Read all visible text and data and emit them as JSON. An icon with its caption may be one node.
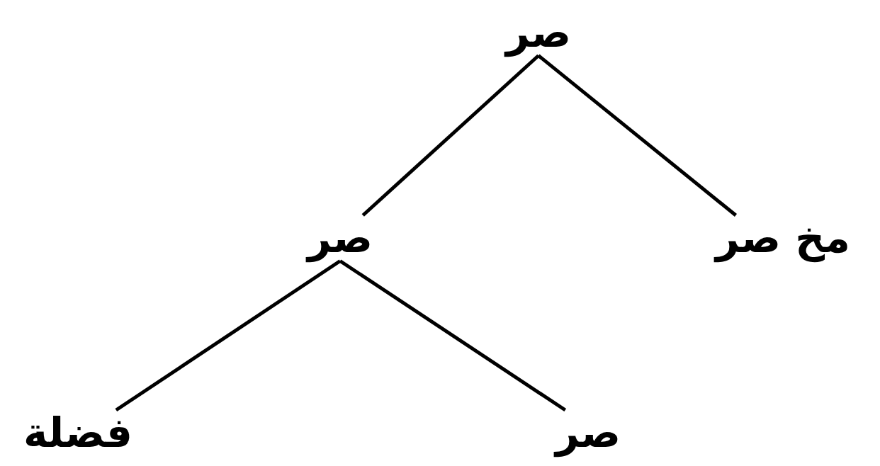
{
  "diagram": {
    "nodes": [
      {
        "text": [
          "صر"
        ]
      },
      {
        "text": [
          "صر"
        ]
      },
      {
        "text": [
          "مخ صر"
        ]
      },
      {
        "text": [
          "فضلة"
        ]
      },
      {
        "text": [
          "صر"
        ]
      }
    ],
    "edges": [
      {
        "from": 0,
        "to": 1,
        "arrow": "none"
      },
      {
        "from": 0,
        "to": 2,
        "arrow": "none"
      },
      {
        "from": 1,
        "to": 3,
        "arrow": "none"
      },
      {
        "from": 1,
        "to": 4,
        "arrow": "none"
      }
    ]
  }
}
